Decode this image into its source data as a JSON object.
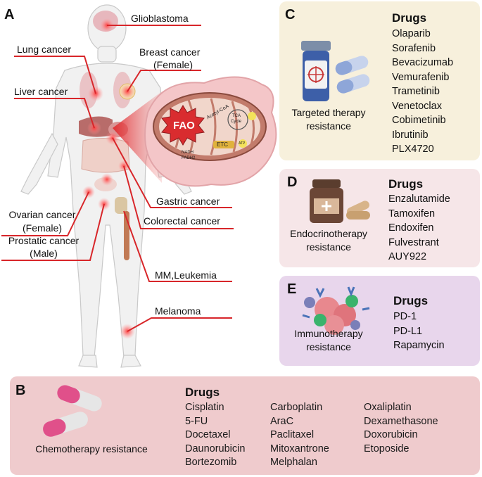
{
  "panels": {
    "A": {
      "letter": "A",
      "labels": {
        "glioblastoma": "Glioblastoma",
        "lung": "Lung cancer",
        "breast1": "Breast cancer",
        "breast2": "(Female)",
        "liver": "Liver cancer",
        "ovarian1": "Ovarian cancer",
        "ovarian2": "(Female)",
        "prostatic1": "Prostatic cancer",
        "prostatic2": "(Male)",
        "gastric": "Gastric cancer",
        "colorectal": "Colorectal cancer",
        "mm": "MM,Leukemia",
        "melanoma": "Melanoma"
      },
      "mito": {
        "fao": "FAO",
        "acetyl": "Acetyl-CoA",
        "tca1": "TCA",
        "tca2": "Cycle",
        "nadh": "NADH",
        "fadh": "FADH2",
        "etc": "ETC",
        "atp": "ATP"
      }
    },
    "B": {
      "letter": "B",
      "caption": "Chemotherapy resistance",
      "drugs_heading": "Drugs",
      "drugs": [
        "Cisplatin",
        "Carboplatin",
        "Oxaliplatin",
        "5-FU",
        "AraC",
        "Dexamethasone",
        "Docetaxel",
        "Paclitaxel",
        "Doxorubicin",
        "Daunorubicin",
        "Mitoxantrone",
        "Etoposide",
        "Bortezomib",
        "Melphalan",
        ""
      ]
    },
    "C": {
      "letter": "C",
      "caption1": "Targeted therapy",
      "caption2": "resistance",
      "drugs_heading": "Drugs",
      "drugs": [
        "Olaparib",
        "Sorafenib",
        "Bevacizumab",
        "Vemurafenib",
        "Trametinib",
        "Venetoclax",
        "Cobimetinib",
        "Ibrutinib",
        "PLX4720"
      ]
    },
    "D": {
      "letter": "D",
      "caption1": "Endocrinotherapy",
      "caption2": "resistance",
      "drugs_heading": "Drugs",
      "drugs": [
        "Enzalutamide",
        "Tamoxifen",
        "Endoxifen",
        "Fulvestrant",
        "AUY922"
      ]
    },
    "E": {
      "letter": "E",
      "caption1": "Immunotherapy",
      "caption2": "resistance",
      "drugs_heading": "Drugs",
      "drugs": [
        "PD-1",
        "PD-L1",
        "Rapamycin"
      ]
    }
  },
  "colors": {
    "leader_line": "#d8262a",
    "body_fill": "#f1f1f1",
    "panel_c": "#f7f0dc",
    "panel_d": "#f6e6e8",
    "panel_e": "#e8d6ec",
    "panel_b": "#efcbcd"
  }
}
